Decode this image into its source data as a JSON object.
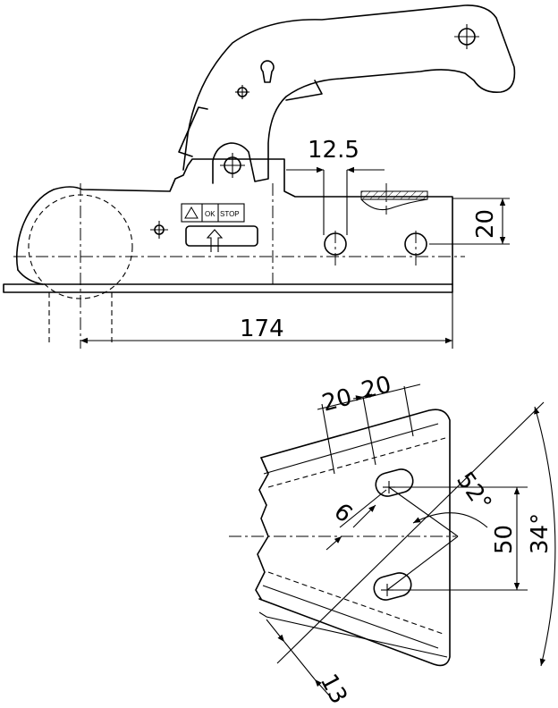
{
  "side_view": {
    "dim_hole_diameter": "12.5",
    "dim_hole_height": "20",
    "dim_length": "174",
    "label_ok": "OK",
    "label_stop": "STOP"
  },
  "bottom_view": {
    "dim_spacing_a": "20",
    "dim_spacing_b": "20",
    "dim_angle_small": "52°",
    "dim_vertical": "50",
    "dim_angle_large": "34°",
    "dim_slot_width": "6",
    "dim_slot_length": "13"
  }
}
